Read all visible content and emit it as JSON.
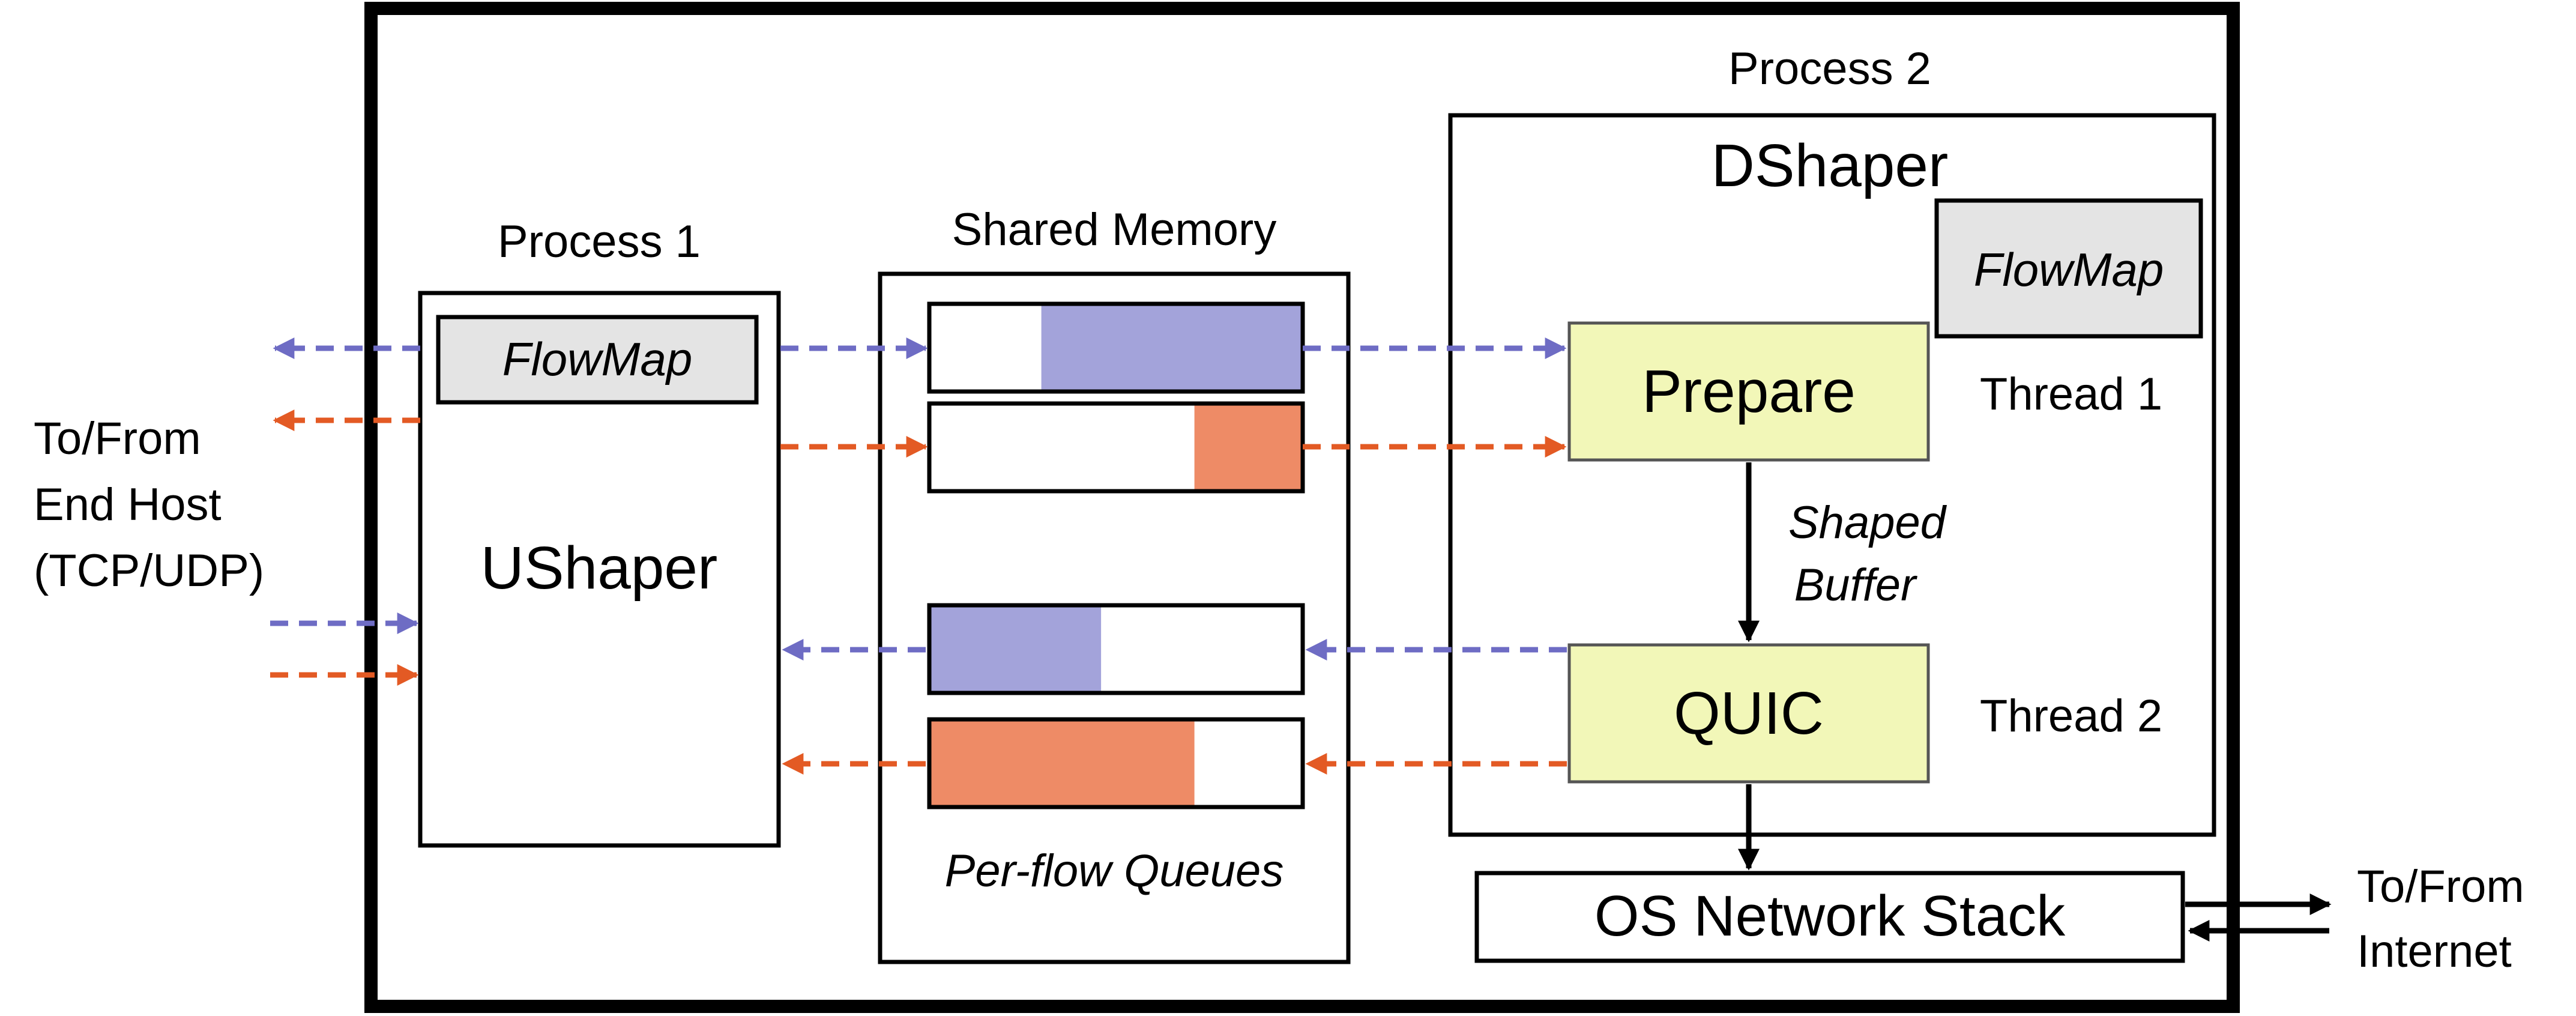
{
  "process1_label": "Process 1",
  "process2_label": "Process 2",
  "shared_memory_label": "Shared Memory",
  "ushaper_label": "UShaper",
  "dshaper_label": "DShaper",
  "flowmap_label": "FlowMap",
  "prepare_label": "Prepare",
  "quic_label": "QUIC",
  "thread1_label": "Thread 1",
  "thread2_label": "Thread 2",
  "shaped_buffer_label": [
    "Shaped",
    "Buffer"
  ],
  "per_flow_queues_label": "Per-flow Queues",
  "os_stack_label": "OS Network Stack",
  "end_host_label": [
    "To/From",
    "End Host",
    "(TCP/UDP)"
  ],
  "internet_label": [
    "To/From",
    "Internet"
  ],
  "queues": [
    {
      "id": "queue-1",
      "flow": "purple",
      "fill_fraction": 0.7,
      "fill_side": "right"
    },
    {
      "id": "queue-2",
      "flow": "orange",
      "fill_fraction": 0.29,
      "fill_side": "right"
    },
    {
      "id": "queue-3",
      "flow": "purple",
      "fill_fraction": 0.46,
      "fill_side": "left"
    },
    {
      "id": "queue-4",
      "flow": "orange",
      "fill_fraction": 0.71,
      "fill_side": "left"
    }
  ],
  "colors": {
    "purple_flow": "#6E6CC4",
    "orange_flow": "#E35A24",
    "purple_fill": "#A3A3DA",
    "orange_fill": "#EE8B66",
    "thread_box": "#F2F7B8",
    "flowmap_box": "#E4E4E4",
    "line": "#000000"
  }
}
